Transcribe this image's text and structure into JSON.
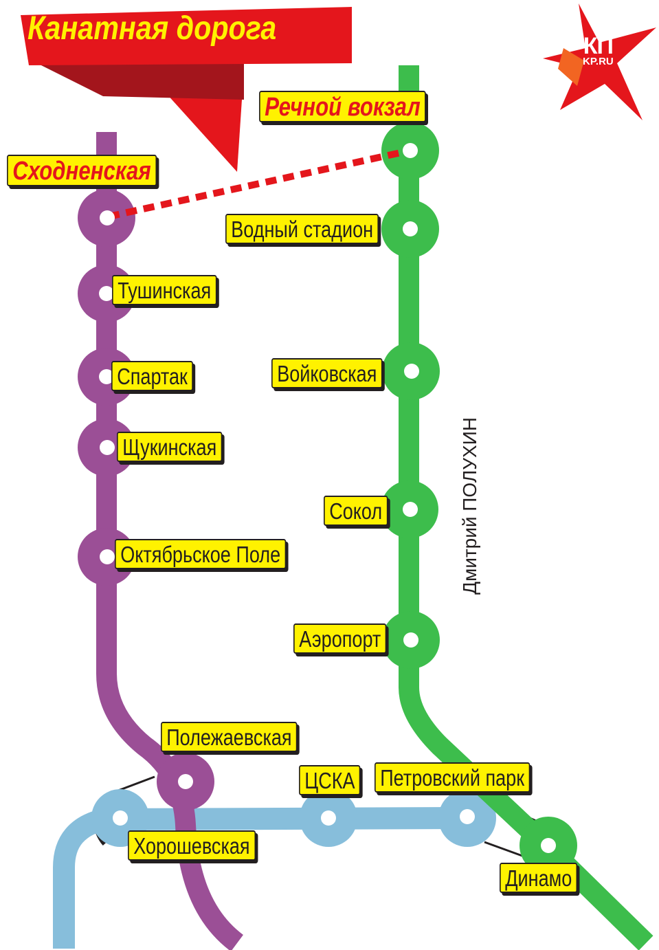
{
  "title": "Канатная дорога",
  "credit": "Дмитрий ПОЛУХИН",
  "logo": {
    "main": "КП",
    "site": "KP.RU"
  },
  "colors": {
    "purple_line": "#9b4f96",
    "green_line": "#3dbd4c",
    "light_blue_line": "#87bedb",
    "cable_car": "#e4161c",
    "label_bg": "#fff200",
    "banner_red": "#e4161c",
    "banner_dark": "#a3151c"
  },
  "stations": {
    "skhodnenskaya": "Сходненская",
    "rechnoy_vokzal": "Речной вокзал",
    "vodny_stadion": "Водный стадион",
    "tushinskaya": "Тушинская",
    "spartak": "Спартак",
    "voykovskaya": "Войковская",
    "shchukinskaya": "Щукинская",
    "sokol": "Сокол",
    "oktyabrskoe_pole": "Октябрьское Поле",
    "aeroport": "Аэропорт",
    "polezhaevskaya": "Полежаевская",
    "cska": "ЦСКА",
    "petrovsky_park": "Петровский парк",
    "khoroshevskaya": "Хорошевская",
    "dinamo": "Динамо"
  }
}
